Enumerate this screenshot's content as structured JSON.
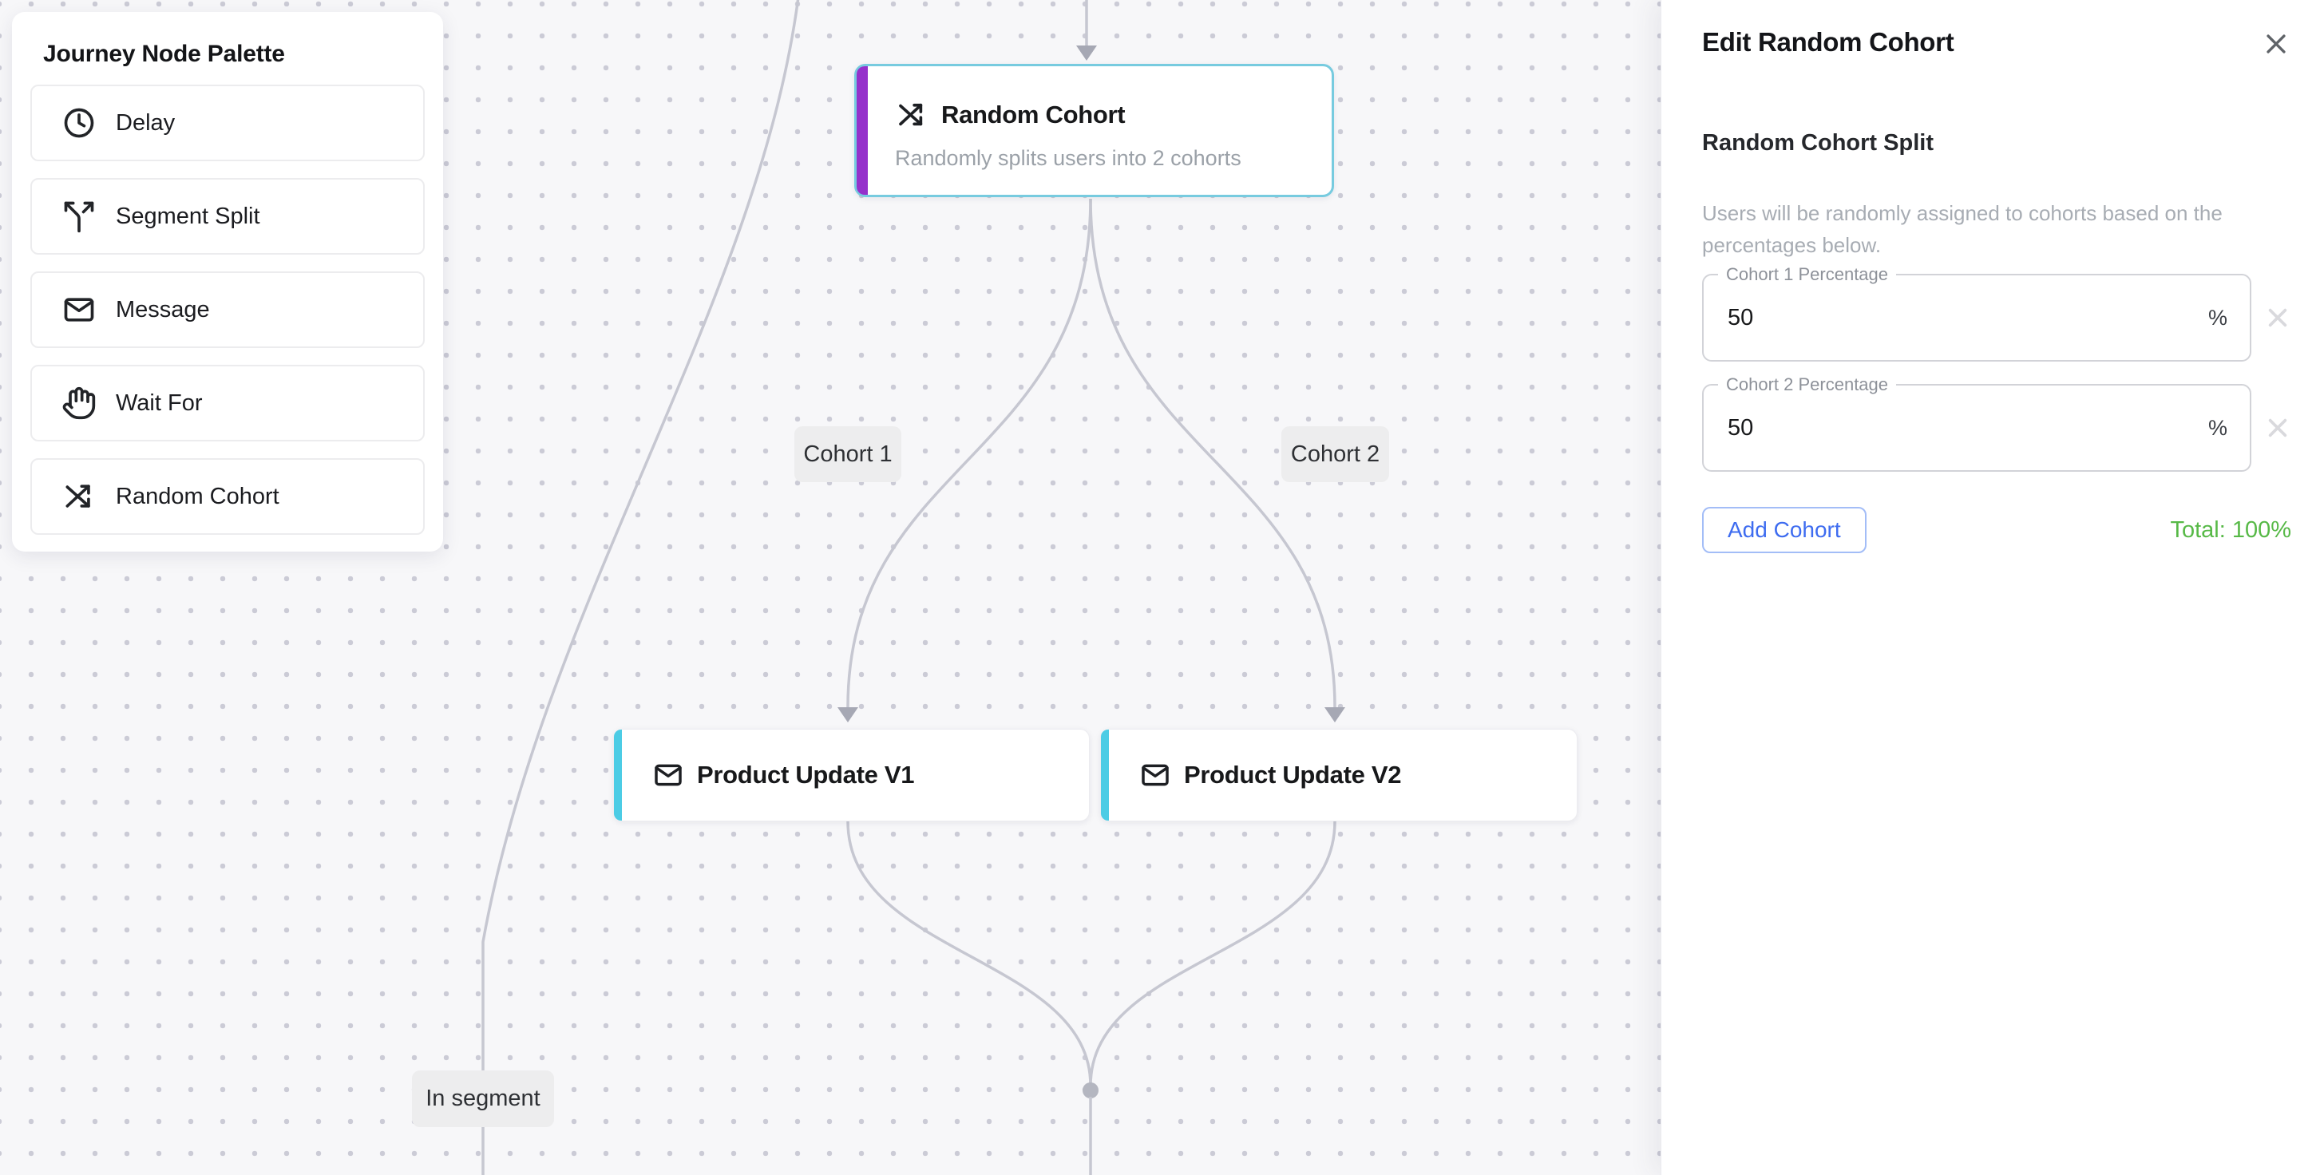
{
  "palette": {
    "title": "Journey Node Palette",
    "items": [
      {
        "label": "Delay",
        "icon": "clock-icon"
      },
      {
        "label": "Segment Split",
        "icon": "split-icon"
      },
      {
        "label": "Message",
        "icon": "mail-icon"
      },
      {
        "label": "Wait For",
        "icon": "hand-icon"
      },
      {
        "label": "Random Cohort",
        "icon": "shuffle-icon"
      }
    ]
  },
  "canvas": {
    "nodes": {
      "random_cohort": {
        "title": "Random Cohort",
        "subtitle": "Randomly splits users into 2 cohorts",
        "icon": "shuffle-icon",
        "accent_color": "#9531cb",
        "selected_border_color": "#77cbdf",
        "selected": true
      },
      "product_v1": {
        "title": "Product Update V1",
        "icon": "mail-icon",
        "accent_color": "#4ccce5"
      },
      "product_v2": {
        "title": "Product Update V2",
        "icon": "mail-icon",
        "accent_color": "#4ccce5"
      }
    },
    "edge_labels": {
      "cohort1": "Cohort 1",
      "cohort2": "Cohort 2",
      "in_segment": "In segment"
    },
    "edge_color": "#c6c7d1"
  },
  "panel": {
    "title": "Edit Random Cohort",
    "section_title": "Random Cohort Split",
    "description": "Users will be randomly assigned to cohorts based on the percentages below.",
    "fields": [
      {
        "label": "Cohort 1 Percentage",
        "value": "50",
        "suffix": "%"
      },
      {
        "label": "Cohort 2 Percentage",
        "value": "50",
        "suffix": "%"
      }
    ],
    "add_button_label": "Add Cohort",
    "total_label": "Total: 100%",
    "total_color": "#57b947",
    "accent_blue": "#3e6cf0"
  }
}
